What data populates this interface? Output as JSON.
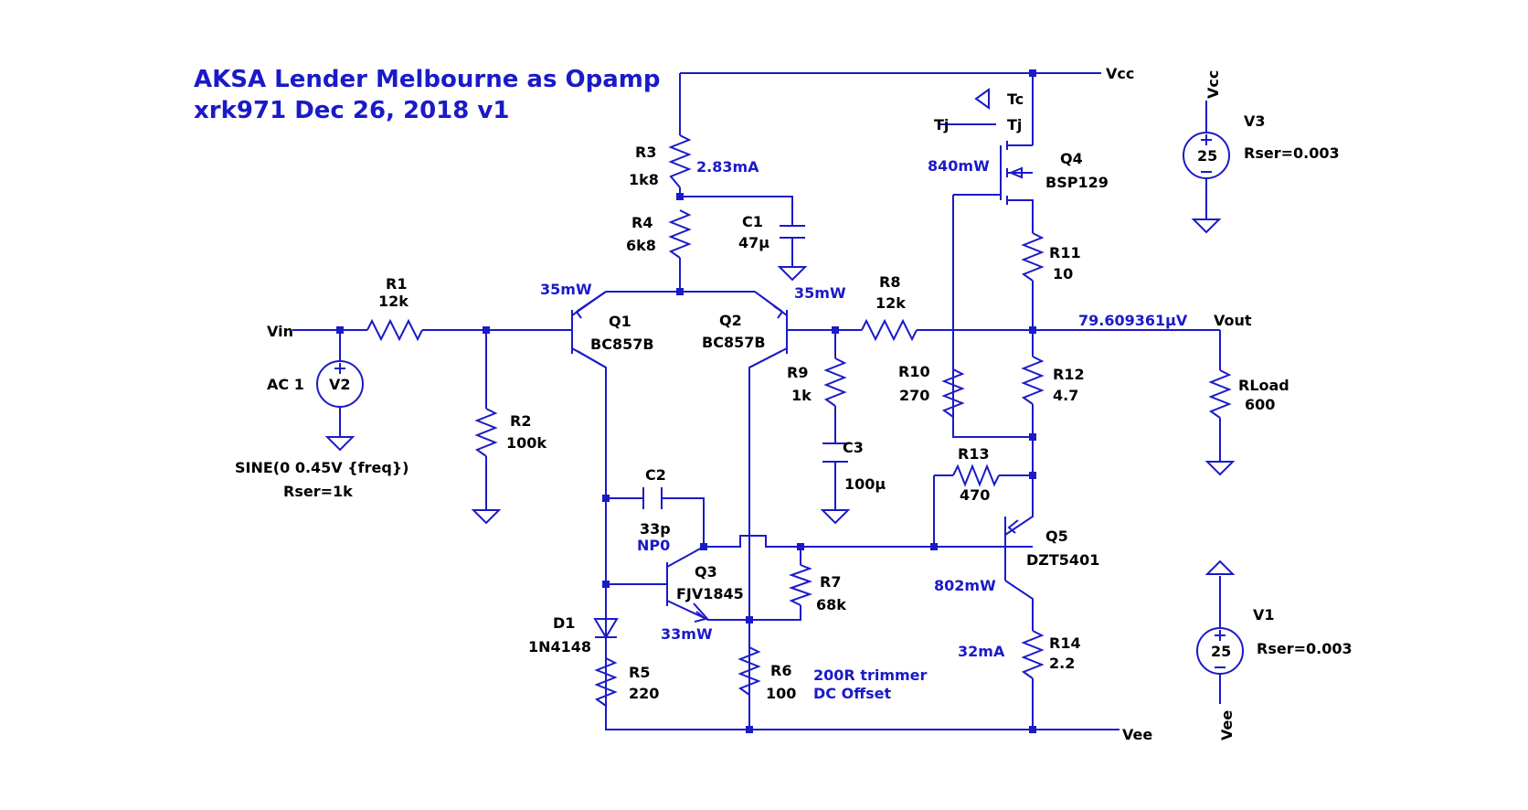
{
  "title": {
    "line1": "AKSA Lender Melbourne as Opamp",
    "line2": "xrk971 Dec 26, 2018  v1"
  },
  "colors": {
    "wire": "#1a1ac8",
    "text": "#000000",
    "annotation": "#1a1ac8"
  },
  "nets": {
    "vcc": "Vcc",
    "vee": "Vee",
    "vin": "Vin",
    "vout": "Vout",
    "tc": "Tc",
    "tj": "Tj",
    "tj2": "Tj"
  },
  "sources": {
    "v1": {
      "name": "V1",
      "value": "25",
      "params": "Rser=0.003",
      "net": "Vee"
    },
    "v2": {
      "name": "V2",
      "value": "AC 1",
      "spec": "SINE(0  0.45V {freq})",
      "params": "Rser=1k"
    },
    "v3": {
      "name": "V3",
      "value": "25",
      "params": "Rser=0.003",
      "net": "Vcc"
    }
  },
  "resistors": [
    {
      "id": "r1",
      "name": "R1",
      "value": "12k"
    },
    {
      "id": "r2",
      "name": "R2",
      "value": "100k"
    },
    {
      "id": "r3",
      "name": "R3",
      "value": "1k8"
    },
    {
      "id": "r4",
      "name": "R4",
      "value": "6k8"
    },
    {
      "id": "r5",
      "name": "R5",
      "value": "220"
    },
    {
      "id": "r6",
      "name": "R6",
      "value": "100"
    },
    {
      "id": "r7",
      "name": "R7",
      "value": "68k"
    },
    {
      "id": "r8",
      "name": "R8",
      "value": "12k"
    },
    {
      "id": "r9",
      "name": "R9",
      "value": "1k"
    },
    {
      "id": "r10",
      "name": "R10",
      "value": "270"
    },
    {
      "id": "r11",
      "name": "R11",
      "value": "10"
    },
    {
      "id": "r12",
      "name": "R12",
      "value": "4.7"
    },
    {
      "id": "r13",
      "name": "R13",
      "value": "470"
    },
    {
      "id": "r14",
      "name": "R14",
      "value": "2.2"
    },
    {
      "id": "rload",
      "name": "RLoad",
      "value": "600"
    }
  ],
  "capacitors": [
    {
      "id": "c1",
      "name": "C1",
      "value": "47µ"
    },
    {
      "id": "c2",
      "name": "C2",
      "value": "33p",
      "note": "NP0"
    },
    {
      "id": "c3",
      "name": "C3",
      "value": "100µ"
    }
  ],
  "transistors": [
    {
      "id": "q1",
      "name": "Q1",
      "model": "BC857B"
    },
    {
      "id": "q2",
      "name": "Q2",
      "model": "BC857B"
    },
    {
      "id": "q3",
      "name": "Q3",
      "model": "FJV1845"
    },
    {
      "id": "q4",
      "name": "Q4",
      "model": "BSP129"
    },
    {
      "id": "q5",
      "name": "Q5",
      "model": "DZT5401"
    }
  ],
  "diodes": [
    {
      "id": "d1",
      "name": "D1",
      "model": "1N4148"
    }
  ],
  "annotations": {
    "q1_power": "35mW",
    "q2_power": "35mW",
    "q3_power": "33mW",
    "q4_power": "840mW",
    "q5_power": "802mW",
    "r3_current": "2.83mA",
    "r14_current": "32mA",
    "vout_dc": "79.609361µV",
    "trimmer_line1": "200R trimmer",
    "trimmer_line2": "DC Offset"
  }
}
